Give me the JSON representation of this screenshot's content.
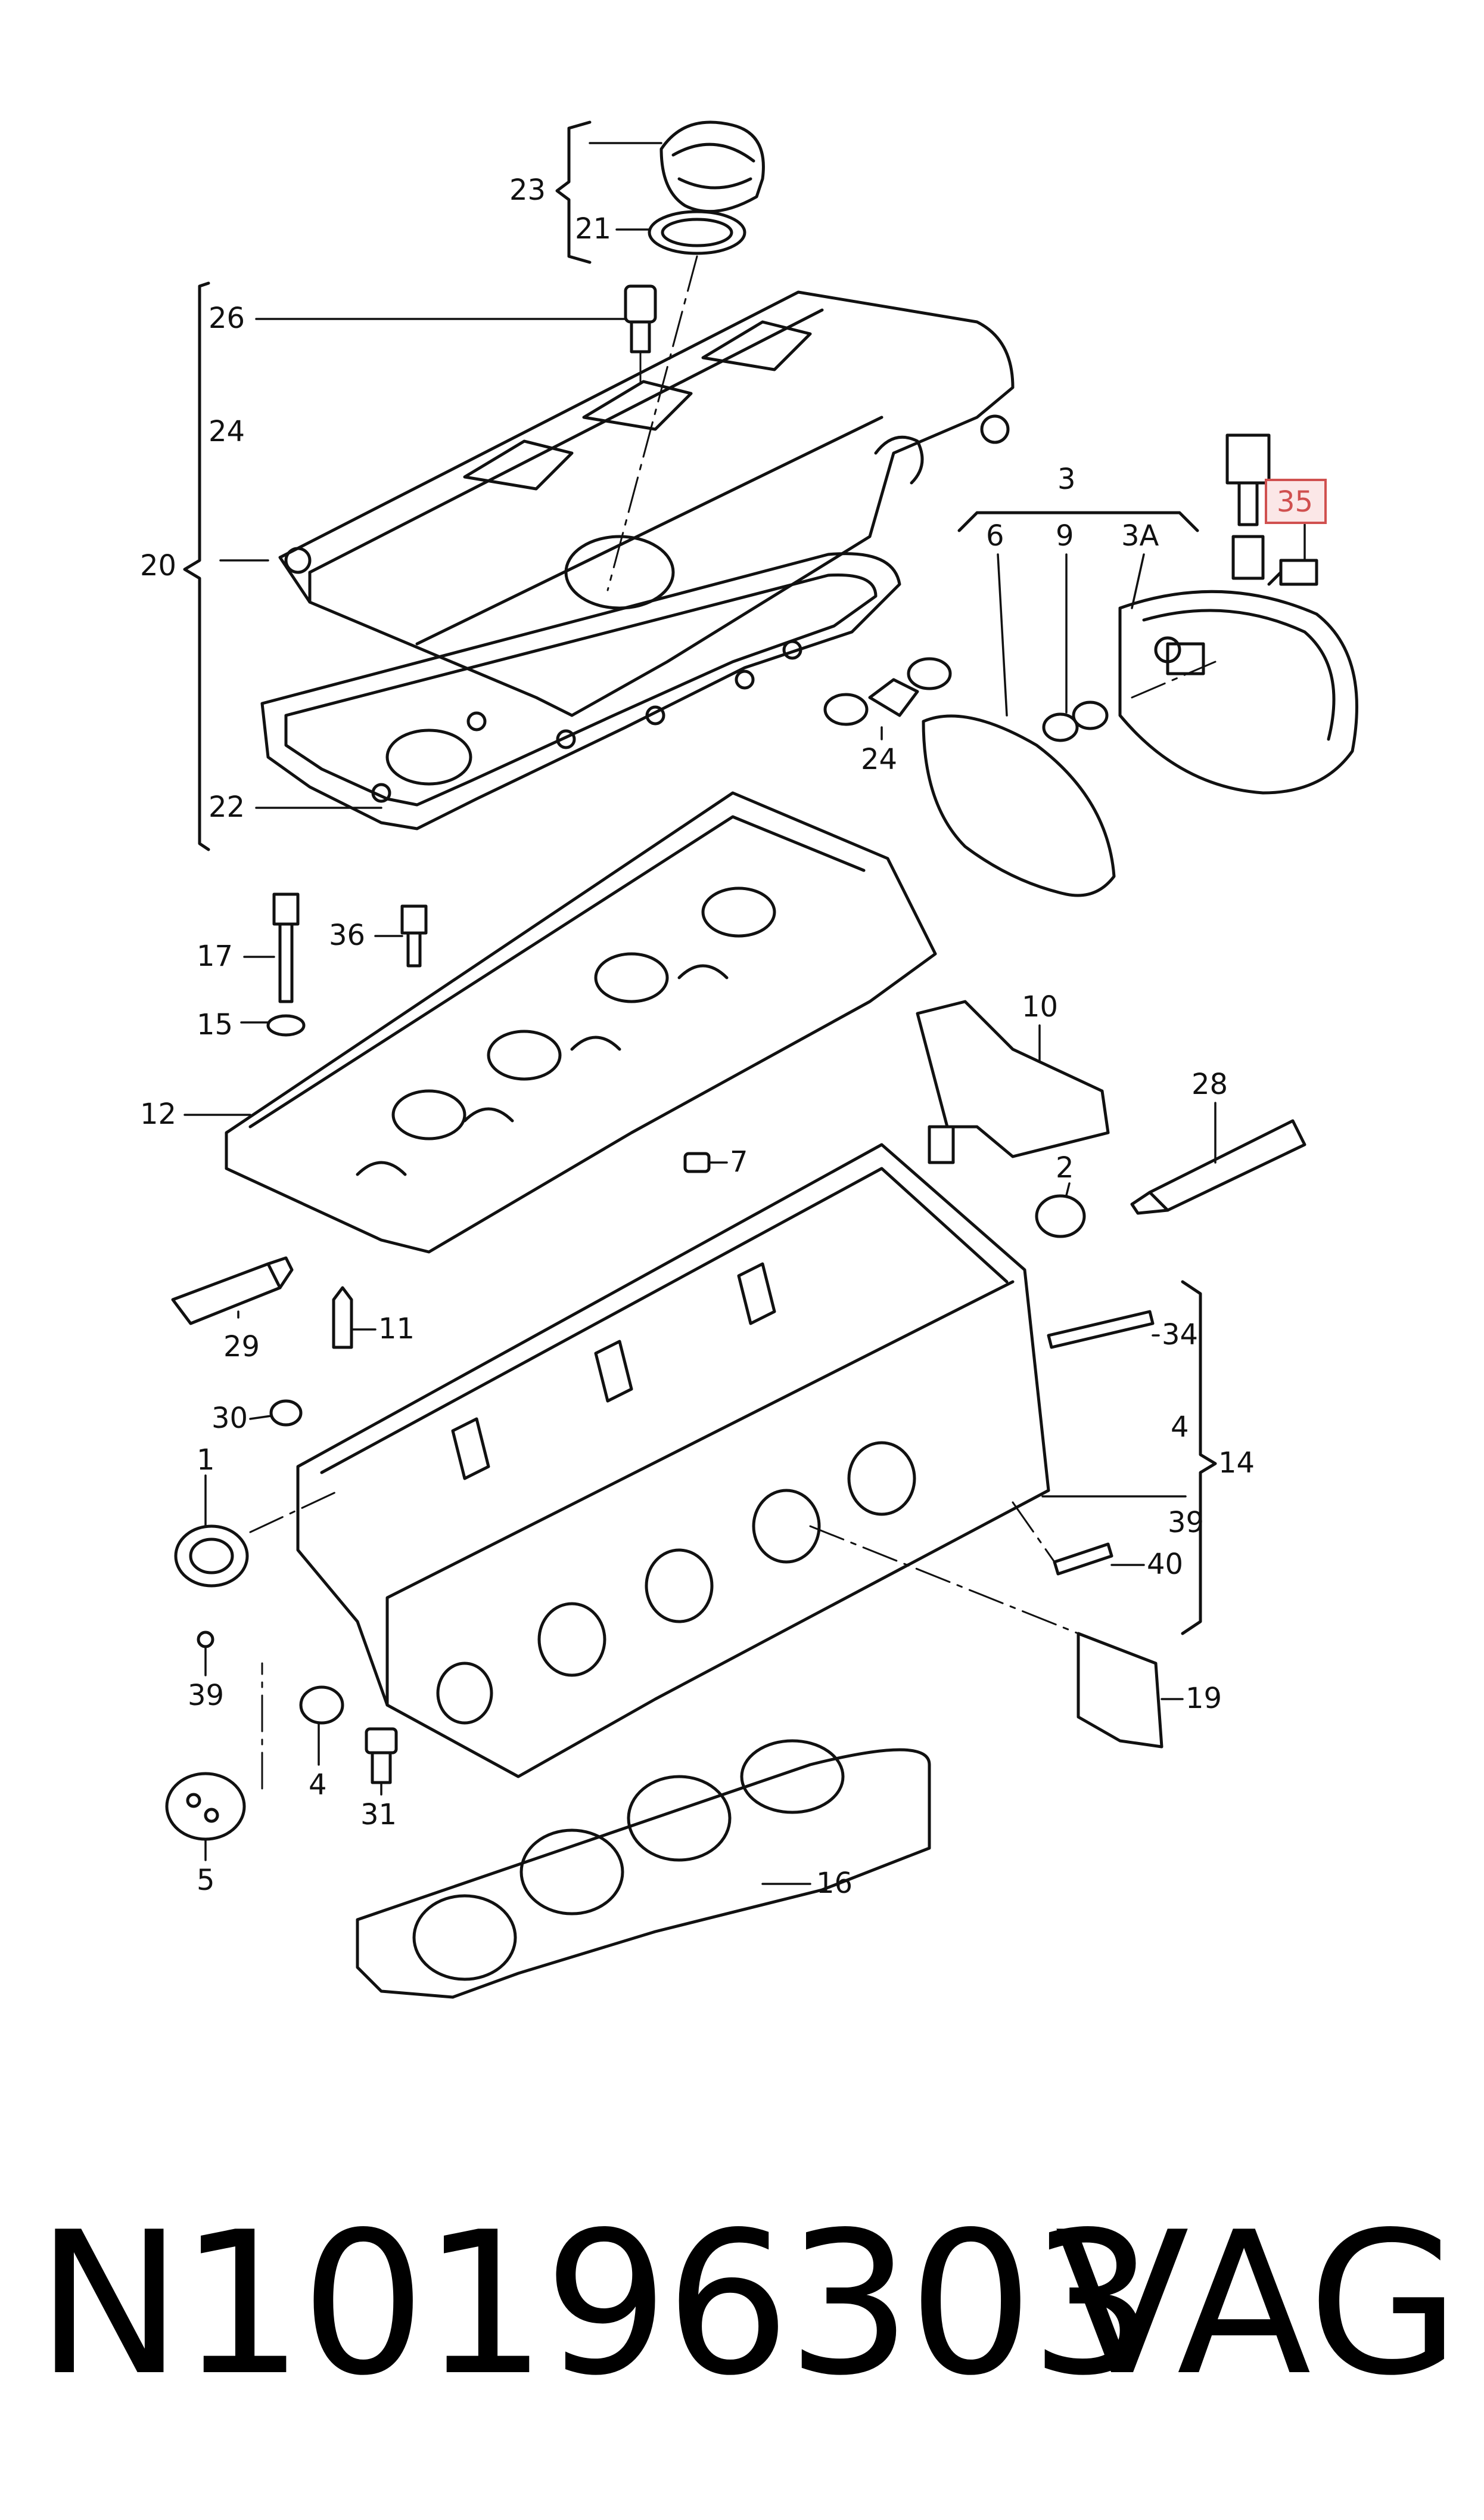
{
  "labels": {
    "l1": "1",
    "l2": "2",
    "l3": "3",
    "l3a": "3A",
    "l4a": "4",
    "l4b": "4",
    "l5": "5",
    "l6": "6",
    "l7": "7",
    "l9": "9",
    "l10": "10",
    "l11": "11",
    "l12": "12",
    "l14": "14",
    "l15": "15",
    "l16": "16",
    "l17": "17",
    "l19": "19",
    "l20": "20",
    "l21": "21",
    "l22": "22",
    "l23": "23",
    "l24a": "24",
    "l24b": "24",
    "l26": "26",
    "l28": "28",
    "l29": "29",
    "l30": "30",
    "l31": "31",
    "l34": "34",
    "l35": "35",
    "l36": "36",
    "l39a": "39",
    "l39b": "39",
    "l40": "40"
  },
  "footer": {
    "part_number": "N10196303",
    "brand": "VAG"
  },
  "colors": {
    "ink": "#111111",
    "highlight": "#d0504f",
    "highlight_fill": "#fbe7e7"
  }
}
